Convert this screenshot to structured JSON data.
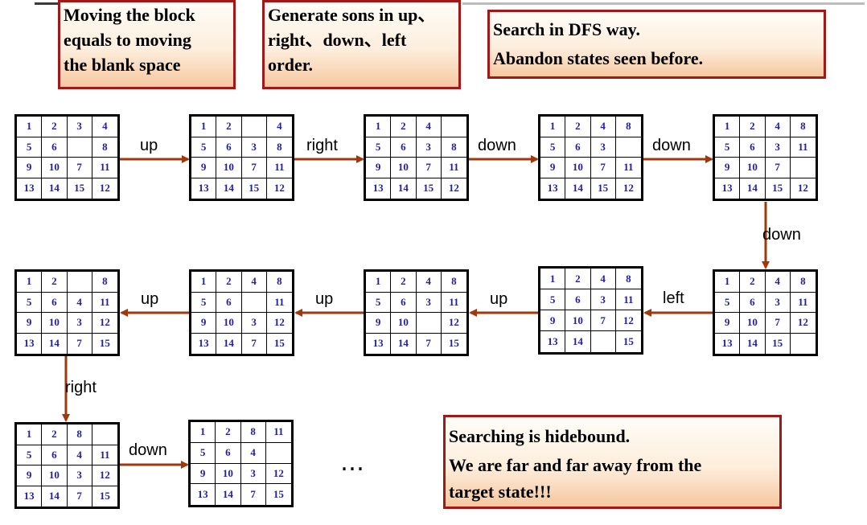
{
  "colors": {
    "arrow": "#a0380c",
    "note_border": "#a01818",
    "tile_text": "#1f1fa8"
  },
  "notes": [
    {
      "lines": [
        "Moving the block",
        "equals to moving",
        "the blank space"
      ]
    },
    {
      "lines": [
        "Generate sons in up、",
        "right、down、left",
        "order."
      ]
    },
    {
      "lines": [
        "Search in DFS way.",
        "Abandon states seen before."
      ]
    },
    {
      "lines": [
        "Searching is hidebound.",
        "We are far and far away from the",
        "target state!!!"
      ]
    }
  ],
  "boards": [
    [
      "1",
      "2",
      "3",
      "4",
      "5",
      "6",
      "",
      "8",
      "9",
      "10",
      "7",
      "11",
      "13",
      "14",
      "15",
      "12"
    ],
    [
      "1",
      "2",
      "",
      "4",
      "5",
      "6",
      "3",
      "8",
      "9",
      "10",
      "7",
      "11",
      "13",
      "14",
      "15",
      "12"
    ],
    [
      "1",
      "2",
      "4",
      "",
      "5",
      "6",
      "3",
      "8",
      "9",
      "10",
      "7",
      "11",
      "13",
      "14",
      "15",
      "12"
    ],
    [
      "1",
      "2",
      "4",
      "8",
      "5",
      "6",
      "3",
      "",
      "9",
      "10",
      "7",
      "11",
      "13",
      "14",
      "15",
      "12"
    ],
    [
      "1",
      "2",
      "4",
      "8",
      "5",
      "6",
      "3",
      "11",
      "9",
      "10",
      "7",
      "",
      "13",
      "14",
      "15",
      "12"
    ],
    [
      "1",
      "2",
      "4",
      "8",
      "5",
      "6",
      "3",
      "11",
      "9",
      "10",
      "7",
      "12",
      "13",
      "14",
      "15",
      ""
    ],
    [
      "1",
      "2",
      "4",
      "8",
      "5",
      "6",
      "3",
      "11",
      "9",
      "10",
      "7",
      "12",
      "13",
      "14",
      "",
      "15"
    ],
    [
      "1",
      "2",
      "4",
      "8",
      "5",
      "6",
      "3",
      "11",
      "9",
      "10",
      "",
      "12",
      "13",
      "14",
      "7",
      "15"
    ],
    [
      "1",
      "2",
      "4",
      "8",
      "5",
      "6",
      "",
      "11",
      "9",
      "10",
      "3",
      "12",
      "13",
      "14",
      "7",
      "15"
    ],
    [
      "1",
      "2",
      "",
      "8",
      "5",
      "6",
      "4",
      "11",
      "9",
      "10",
      "3",
      "12",
      "13",
      "14",
      "7",
      "15"
    ],
    [
      "1",
      "2",
      "8",
      "",
      "5",
      "6",
      "4",
      "11",
      "9",
      "10",
      "3",
      "12",
      "13",
      "14",
      "7",
      "15"
    ],
    [
      "1",
      "2",
      "8",
      "11",
      "5",
      "6",
      "4",
      "",
      "9",
      "10",
      "3",
      "12",
      "13",
      "14",
      "7",
      "15"
    ]
  ],
  "operations": [
    "up",
    "right",
    "down",
    "down",
    "down",
    "left",
    "up",
    "up",
    "up",
    "right",
    "down"
  ],
  "ellipsis": "…"
}
